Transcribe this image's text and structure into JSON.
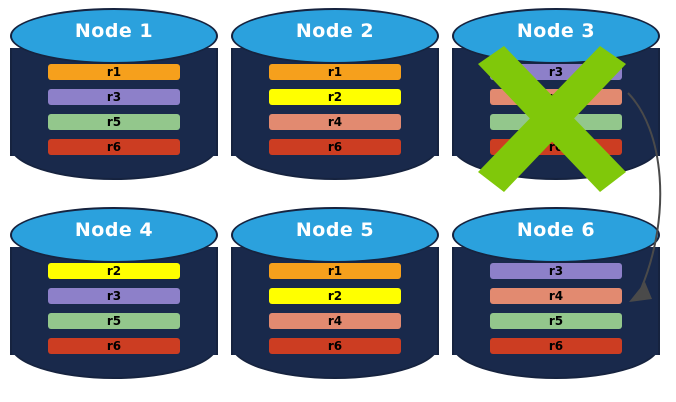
{
  "diagram": {
    "title_visible": false,
    "background": "#ffffff",
    "colors": {
      "cylinder_body": "#19294b",
      "cylinder_top": "#2ba1dd",
      "cylinder_outline": "#16233f",
      "label_text": "#ffffff",
      "bar_text": "#000000",
      "x_mark": "#80c80a",
      "arrow": "#4a4a4a"
    },
    "record_colors": {
      "r1": "#f6a01c",
      "r2": "#ffff00",
      "r3": "#8d80c9",
      "r4": "#e28a70",
      "r5": "#93c78c",
      "r6": "#cc3d22"
    },
    "nodes": [
      {
        "id": "node-1",
        "label": "Node 1",
        "failed": false,
        "records": [
          {
            "name": "r1",
            "color": "#f6a01c"
          },
          {
            "name": "r3",
            "color": "#8d80c9"
          },
          {
            "name": "r5",
            "color": "#93c78c"
          },
          {
            "name": "r6",
            "color": "#cc3d22"
          }
        ]
      },
      {
        "id": "node-2",
        "label": "Node 2",
        "failed": false,
        "records": [
          {
            "name": "r1",
            "color": "#f6a01c"
          },
          {
            "name": "r2",
            "color": "#ffff00"
          },
          {
            "name": "r4",
            "color": "#e28a70"
          },
          {
            "name": "r6",
            "color": "#cc3d22"
          }
        ]
      },
      {
        "id": "node-3",
        "label": "Node 3",
        "failed": true,
        "records": [
          {
            "name": "r3",
            "color": "#8d80c9"
          },
          {
            "name": "r4",
            "color": "#e28a70"
          },
          {
            "name": "r5",
            "color": "#93c78c"
          },
          {
            "name": "r6",
            "color": "#cc3d22"
          }
        ]
      },
      {
        "id": "node-4",
        "label": "Node 4",
        "failed": false,
        "records": [
          {
            "name": "r2",
            "color": "#ffff00"
          },
          {
            "name": "r3",
            "color": "#8d80c9"
          },
          {
            "name": "r5",
            "color": "#93c78c"
          },
          {
            "name": "r6",
            "color": "#cc3d22"
          }
        ]
      },
      {
        "id": "node-5",
        "label": "Node 5",
        "failed": false,
        "records": [
          {
            "name": "r1",
            "color": "#f6a01c"
          },
          {
            "name": "r2",
            "color": "#ffff00"
          },
          {
            "name": "r4",
            "color": "#e28a70"
          },
          {
            "name": "r6",
            "color": "#cc3d22"
          }
        ]
      },
      {
        "id": "node-6",
        "label": "Node 6",
        "failed": false,
        "records": [
          {
            "name": "r3",
            "color": "#8d80c9"
          },
          {
            "name": "r4",
            "color": "#e28a70"
          },
          {
            "name": "r5",
            "color": "#93c78c"
          },
          {
            "name": "r6",
            "color": "#cc3d22"
          }
        ]
      }
    ],
    "annotations": {
      "failure_mark": {
        "icon": "x-mark-icon",
        "on_node": "node-3"
      },
      "arrow": {
        "icon": "curved-arrow-icon",
        "from_node": "node-3",
        "to_node": "node-6"
      }
    }
  }
}
